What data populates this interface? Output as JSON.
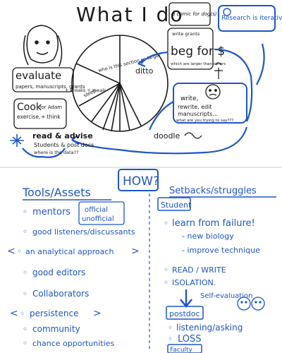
{
  "top": {
    "title": "What I do",
    "comic_note": "a comic for dog(s)",
    "research_note": "Research is iterative",
    "evaluate": {
      "heading": "evaluate",
      "detail": "papers, manuscripts, grants"
    },
    "cook": {
      "heading": "Cook",
      "detail": "for Adam",
      "exercise": "exercise,",
      "think": "+ think",
      "breaks": "+ breaks + meals"
    },
    "pie_question": "who is this section so large?",
    "ditto": "ditto",
    "sleep": "sleep",
    "begfor": {
      "heading": "beg for $",
      "write_grants": "write grants",
      "note": "which are larger than others"
    },
    "writing": {
      "line1": "write,",
      "line2": "rewrite, edit",
      "line3": "manuscripts...",
      "line4": "what are you trying to say???"
    },
    "read_advise": "read & advise",
    "students": "Students & post docs",
    "where_data": "where is the data??",
    "doodle": "doodle"
  },
  "bottom": {
    "how": "HOW?",
    "tools_heading": "Tools/Assets",
    "tools": [
      "mentors",
      "good listeners/discussants",
      "an analytical approach",
      "good editors",
      "Collaborators",
      "persistence",
      "community",
      "chance opportunities"
    ],
    "mentor_types": [
      "official",
      "unofficial"
    ],
    "setbacks_heading": "Setbacks/struggles",
    "student_label": "Student",
    "learn": "learn from failure!",
    "new_biology": "- new biology",
    "improve": "- improve technique",
    "read_write": "READ / WRITE",
    "isolation": "ISOLATION.",
    "self_eval": "Self-evaluation",
    "postdoc_label": "postdoc",
    "listening": "listening/asking",
    "loss": "LOSS",
    "faculty_label": "Faculty"
  },
  "colors": {
    "ink_black": "#1a1a1a",
    "ink_blue": "#1e56c8"
  }
}
